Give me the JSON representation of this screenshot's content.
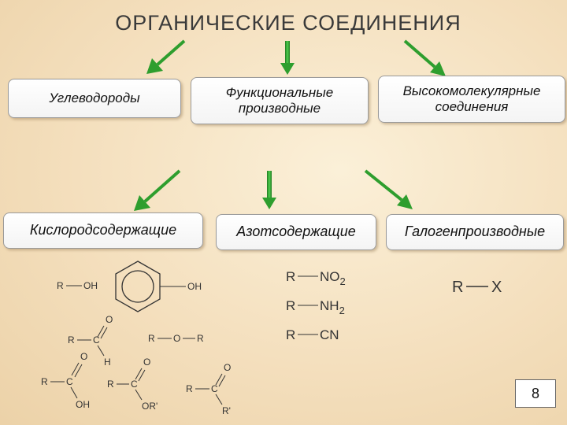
{
  "title": "ОРГАНИЧЕСКИЕ СОЕДИНЕНИЯ",
  "level1": [
    {
      "label": "Углеводороды"
    },
    {
      "label_line1": "Функциональные",
      "label_line2": "производные"
    },
    {
      "label_line1": "Высокомолекулярные",
      "label_line2": "соединения"
    }
  ],
  "level2": [
    {
      "label": "Кислородсодержащие"
    },
    {
      "label": "Азотсодержащие"
    },
    {
      "label": "Галогенпроизводные"
    }
  ],
  "oxygen_formulas": {
    "alcohol_r": "R",
    "alcohol_oh": "OH",
    "phenol_oh": "OH",
    "aldehyde_o": "O",
    "aldehyde_r": "R",
    "aldehyde_c": "C",
    "aldehyde_h": "H",
    "ether_r1": "R",
    "ether_o": "O",
    "ether_r2": "R",
    "acid_o": "O",
    "acid_r": "R",
    "acid_c": "C",
    "acid_oh": "OH",
    "ester_o": "O",
    "ester_r": "R",
    "ester_c": "C",
    "ester_or": "OR'",
    "ketone_o": "O",
    "ketone_r": "R",
    "ketone_c": "C",
    "ketone_r2": "R'"
  },
  "nitrogen_formulas": [
    {
      "r": "R",
      "group": "NO",
      "sub": "2"
    },
    {
      "r": "R",
      "group": "NH",
      "sub": "2"
    },
    {
      "r": "R",
      "group": "CN",
      "sub": ""
    }
  ],
  "halogen_formula": {
    "r": "R",
    "x": "X"
  },
  "page_number": "8",
  "colors": {
    "arrow": "#2e9e2e",
    "background": "#f4dfbd"
  }
}
